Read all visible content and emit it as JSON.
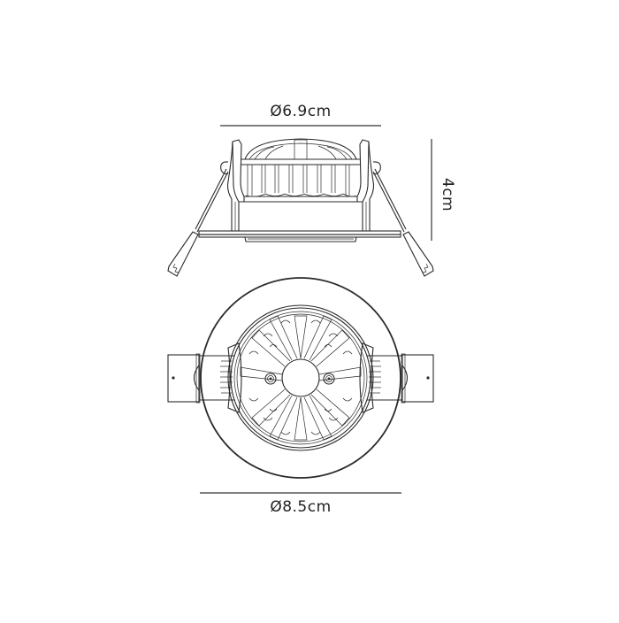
{
  "drawing": {
    "title": "Recessed downlight dimension drawing",
    "views": [
      "side-view",
      "bottom-view"
    ],
    "colors": {
      "line": "#2a2a2a",
      "background": "#ffffff"
    }
  },
  "dimensions": {
    "top_width": "Ø6.9cm",
    "height": "4cm",
    "bottom_diameter": "Ø8.5cm"
  }
}
